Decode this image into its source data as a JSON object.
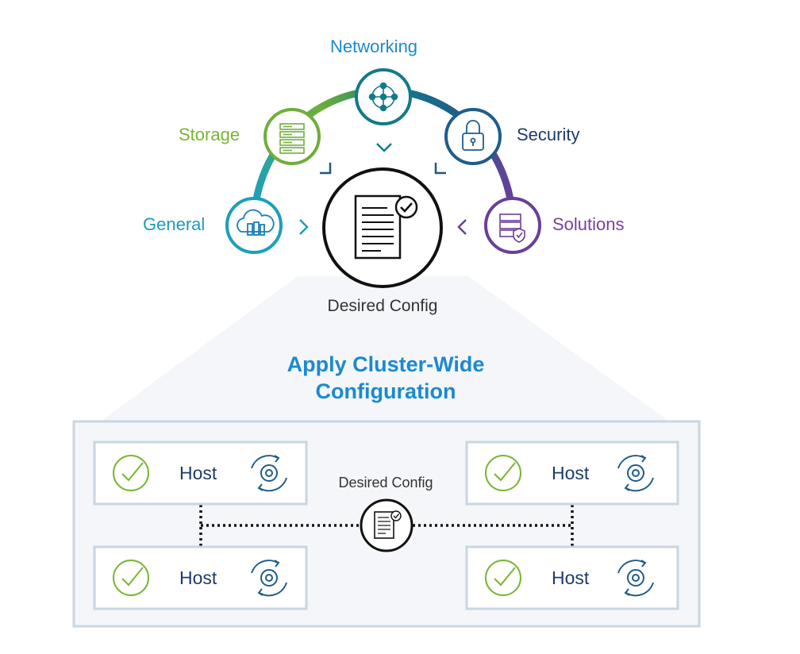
{
  "categories": {
    "networking": "Networking",
    "storage": "Storage",
    "security": "Security",
    "general": "General",
    "solutions": "Solutions"
  },
  "center_label": "Desired Config",
  "headline": {
    "line1": "Apply Cluster-Wide",
    "line2": "Configuration"
  },
  "cluster": {
    "hosts": [
      "Host",
      "Host",
      "Host",
      "Host"
    ],
    "config_label": "Desired Config"
  },
  "colors": {
    "networking": "#1a8ad0",
    "storage": "#7ab532",
    "security": "#1d3b6b",
    "general": "#1a9ac0",
    "solutions": "#7a3fa0",
    "arc_green": "#6fae3a",
    "arc_teal": "#137a8a",
    "arc_purple": "#6a3f9a",
    "host_text": "#1d3b6b",
    "check_green": "#7ab532"
  }
}
